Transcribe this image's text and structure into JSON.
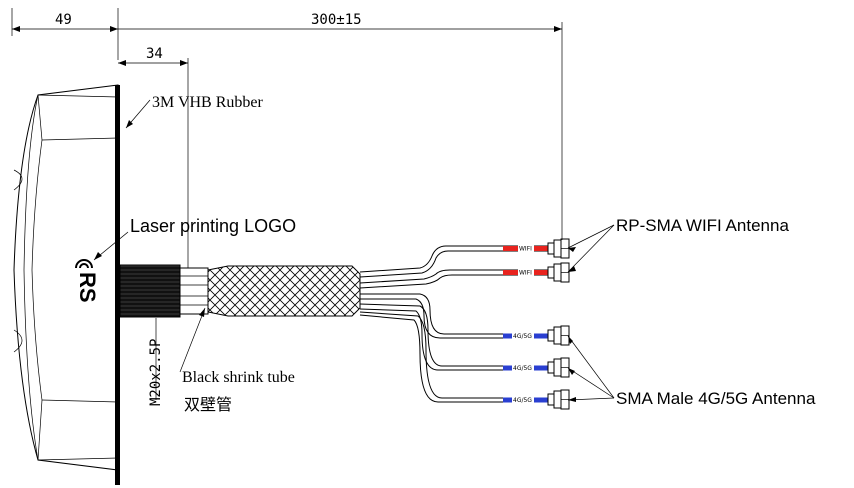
{
  "dimensions": {
    "body_width": "49",
    "cable_length": "300±15",
    "thread_offset": "34",
    "thread_spec": "M20x2.5P"
  },
  "annotations": {
    "rubber": "3M VHB Rubber",
    "laser_logo": "Laser printing LOGO",
    "shrink_tube": "Black shrink tube",
    "shrink_tube_cn": "双壁管",
    "wifi_antenna": "RP-SMA WIFI Antenna",
    "cell_antenna": "SMA Male 4G/5G Antenna"
  },
  "cable_tags": {
    "wifi": "WIFI",
    "cell": "4G/5G"
  },
  "colors": {
    "wifi_tag": "#e8231e",
    "cell_tag": "#2a3fd1",
    "ink": "#000000"
  }
}
